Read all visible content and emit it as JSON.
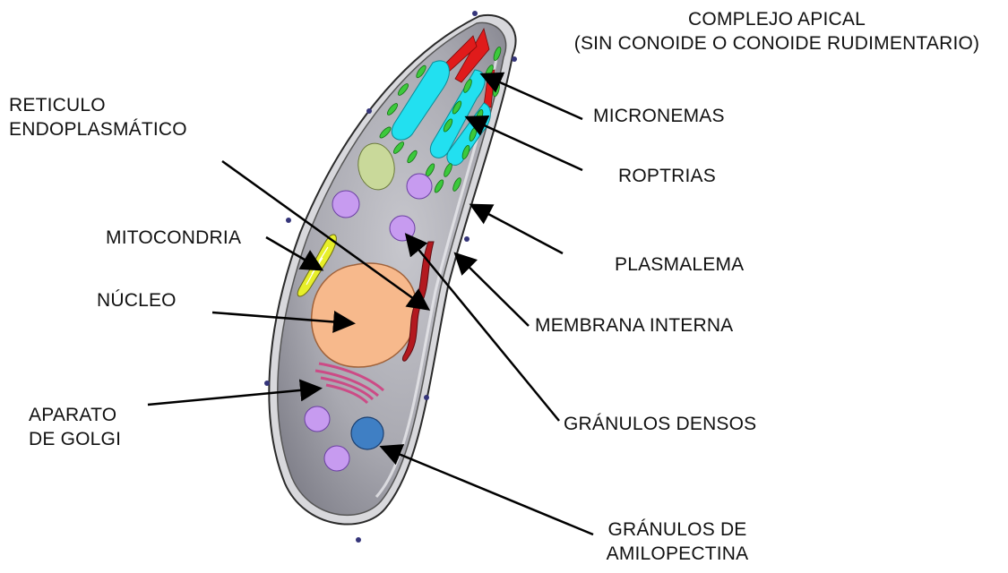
{
  "diagram": {
    "labels": {
      "apical_complex": {
        "line1": "COMPLEJO APICAL",
        "line2": "(SIN CONOIDE O CONOIDE RUDIMENTARIO)"
      },
      "reticulum": {
        "line1": "RETICULO",
        "line2": "ENDOPLASMÁTICO"
      },
      "micronemes": "MICRONEMAS",
      "rhoptries": "ROPTRIAS",
      "mitochondria": "MITOCONDRIA",
      "plasmalemma": "PLASMALEMA",
      "nucleus": "NÚCLEO",
      "inner_membrane": "MEMBRANA INTERNA",
      "golgi": {
        "line1": "APARATO",
        "line2": "DE GOLGI"
      },
      "dense_granules": "GRÁNULOS DENSOS",
      "amylopectin": {
        "line1": "GRÁNULOS DE",
        "line2": "AMILOPECTINA"
      }
    },
    "colors": {
      "cell_body": "#a9a9b1",
      "inner_membrane": "#d9d9dd",
      "nucleus": "#f7b98c",
      "rhoptry": "#22e0f0",
      "microneme": "#2db52d",
      "conoid": "#e01b1b",
      "dense_granule": "#c79bf0",
      "amylopectin": "#3f7fc4",
      "reticulum": "#b3191f",
      "mitochondria": "#e7ef2a",
      "golgi": "#cc4b86",
      "vacuole": "#c9d99a"
    }
  }
}
